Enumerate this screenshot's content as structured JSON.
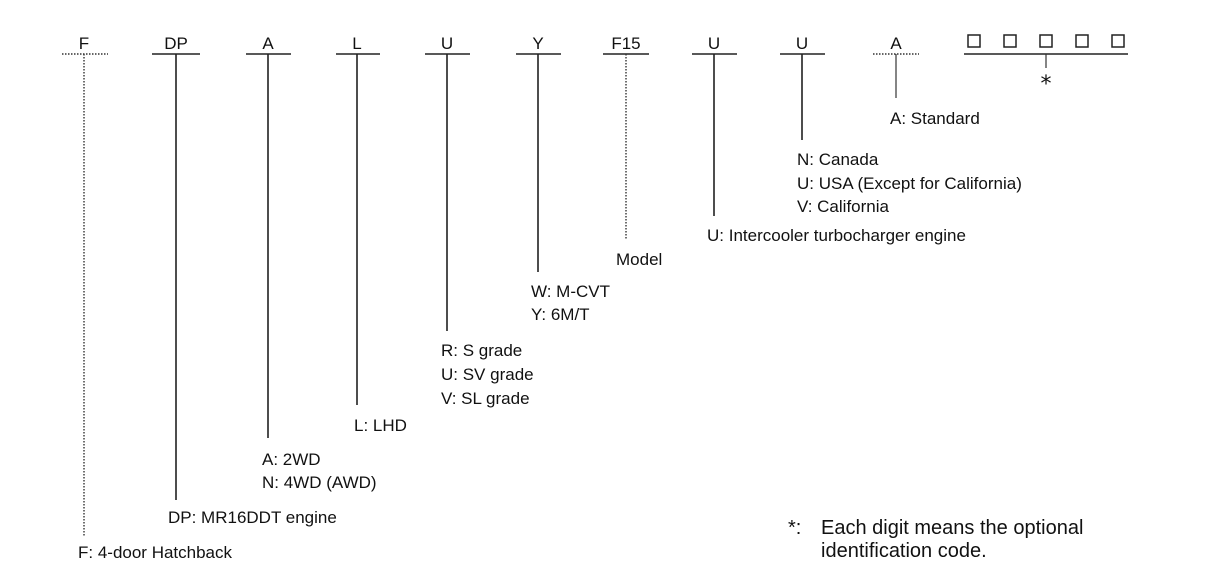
{
  "codes": {
    "c1": "F",
    "c2": "DP",
    "c3": "A",
    "c4": "L",
    "c5": "U",
    "c6": "Y",
    "c7": "F15",
    "c8": "U",
    "c9": "U",
    "c10": "A"
  },
  "descriptions": {
    "standard": "A: Standard",
    "canada": "N: Canada",
    "usa": "U: USA (Except for California)",
    "california": "V: California",
    "turbo": "U: Intercooler turbocharger engine",
    "model": "Model",
    "mcvt": "W: M-CVT",
    "mt": "Y: 6M/T",
    "sgrade": "R: S grade",
    "svgrade": "U: SV grade",
    "slgrade": "V: SL grade",
    "lhd": "L: LHD",
    "twowd": "A: 2WD",
    "fourwd": "N: 4WD (AWD)",
    "engine": "DP: MR16DDT engine",
    "body": "F: 4-door Hatchback"
  },
  "optional": {
    "star": "*",
    "note_prefix": "*:",
    "note_line1": "Each digit means the optional",
    "note_line2": "identification code."
  }
}
